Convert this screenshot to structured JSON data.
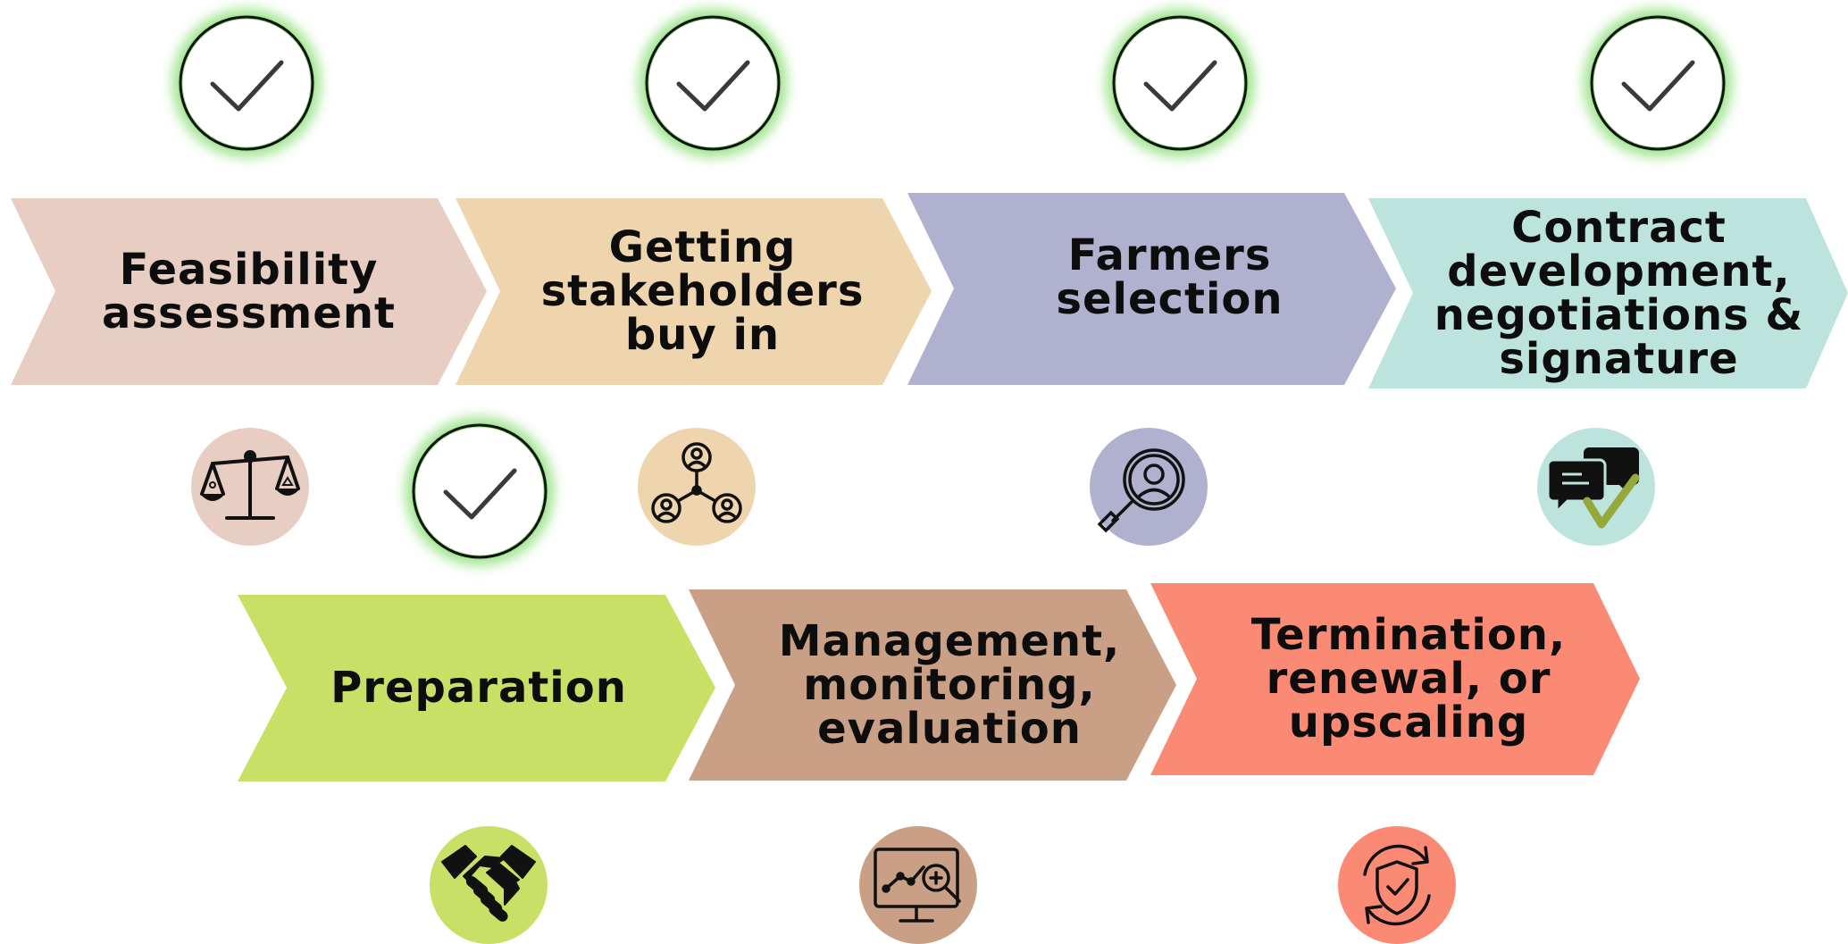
{
  "diagram": {
    "top_row": [
      {
        "label": "Feasibility\nassessment",
        "color": "#e7cdc2",
        "icon": "scales-icon"
      },
      {
        "label": "Getting\nstakeholders\nbuy in",
        "color": "#efd5ae",
        "icon": "stakeholders-network-icon"
      },
      {
        "label": "Farmers\nselection",
        "color": "#b0b0cf",
        "icon": "magnifier-person-icon"
      },
      {
        "label": "Contract\ndevelopment,\nnegotiations &\nsignature",
        "color": "#bde4dc",
        "icon": "chat-check-icon"
      }
    ],
    "bottom_row": [
      {
        "label": "Preparation",
        "color": "#c9e067",
        "icon": "handshake-icon"
      },
      {
        "label": "Management,\nmonitoring,\nevaluation",
        "color": "#c9a085",
        "icon": "monitor-analytics-icon"
      },
      {
        "label": "Termination,\nrenewal, or\nupscaling",
        "color": "#fb8a74",
        "icon": "shield-refresh-icon"
      }
    ],
    "check_icon": "check-circle-icon",
    "check_glow_color": "#9be38a"
  }
}
